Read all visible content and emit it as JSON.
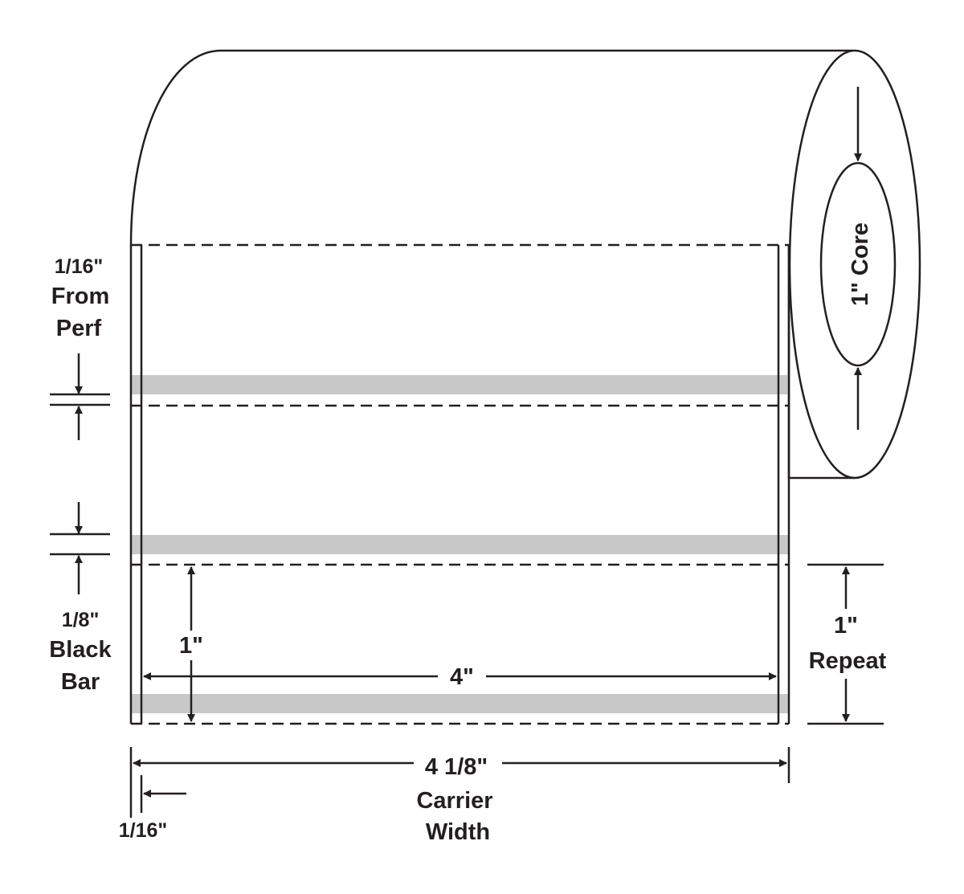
{
  "labels": {
    "perf_offset": "1/16\"",
    "perf_from": "From",
    "perf_word": "Perf",
    "bar_size": "1/8\"",
    "bar_black": "Black",
    "bar_word": "Bar",
    "inner_height": "1\"",
    "label_width": "4\"",
    "repeat_value": "1\"",
    "repeat_word": "Repeat",
    "carrier_value": "4 1/8\"",
    "carrier_word1": "Carrier",
    "carrier_word2": "Width",
    "edge_offset": "1/16\"",
    "core": "1\" Core"
  },
  "colors": {
    "line": "#231f20",
    "black_bar": "#c8c8c8"
  }
}
